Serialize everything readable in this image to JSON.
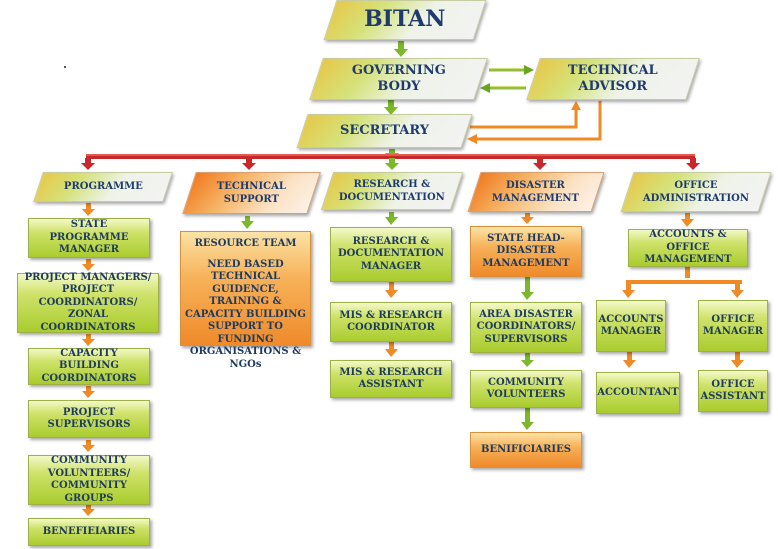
{
  "root": {
    "title": "BITAN"
  },
  "governing_body": "GOVERNING\nBODY",
  "technical_advisor": "TECHNICAL\nADVISOR",
  "secretary": "SECRETARY",
  "columns": {
    "programme": {
      "header": "PROGRAMME",
      "items": [
        "STATE PROGRAMME\nMANAGER",
        "PROJECT MANAGERS/\nPROJECT COORDINATORS/\nZONAL COORDINATORS",
        "CAPACITY BUILDING\nCOORDINATORS",
        "PROJECT\nSUPERVISORS",
        "COMMUNITY\nVOLUNTEERS/\nCOMMUNITY GROUPS",
        "BENEFIEIARIES"
      ]
    },
    "technical_support": {
      "header": "TECHNICAL\nSUPPORT",
      "resource_team": "RESOURCE TEAM",
      "resource_desc": "NEED BASED TECHNICAL GUIDENCE, TRAINING & CAPACITY BUILDING SUPPORT TO FUNDING ORGANISATIONS & NGOs"
    },
    "research": {
      "header": "RESEARCH &\nDOCUMENTATION",
      "items": [
        "RESEARCH &\nDOCUMENTATION\nMANAGER",
        "MIS & RESEARCH\nCOORDINATOR",
        "MIS & RESEARCH\nASSISTANT"
      ]
    },
    "disaster": {
      "header": "DISASTER\nMANAGEMENT",
      "items": [
        "STATE HEAD-\nDISASTER\nMANAGEMENT",
        "AREA DISASTER\nCOORDINATORS/\nSUPERVISORS",
        "COMMUNITY\nVOLUNTEERS",
        "BENIFICIARIES"
      ]
    },
    "office": {
      "header": "OFFICE\nADMINISTRATION",
      "accounts_office": "ACCOUNTS & OFFICE\nMANAGEMENT",
      "accounts_manager": "ACCOUNTS\nMANAGER",
      "office_manager": "OFFICE\nMANAGER",
      "accountant": "ACCOUNTANT",
      "office_assistant": "OFFICE\nASSISTANT"
    }
  },
  "colors": {
    "arrow_green": "#6aa521",
    "arrow_orange": "#f08a24",
    "arrow_red": "#c8282a",
    "text": "#1e3a5f"
  }
}
